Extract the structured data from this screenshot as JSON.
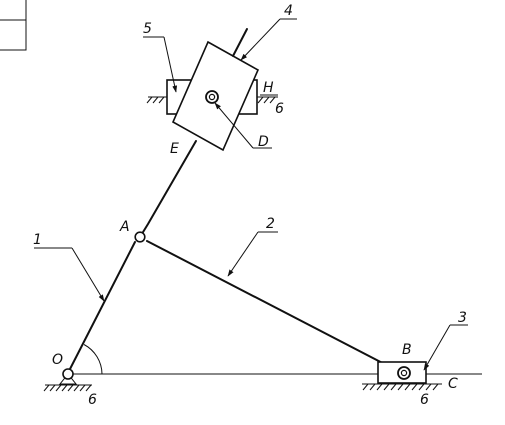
{
  "diagram": {
    "point_labels": {
      "O": "O",
      "A": "A",
      "B": "B",
      "C": "C",
      "D": "D",
      "E": "E",
      "H": "H"
    },
    "link_numbers": {
      "crank": "1",
      "connecting_rod": "2",
      "slider_b": "3",
      "rocker_slider": "4",
      "guide": "5",
      "ground_o": "6",
      "ground_b": "6",
      "ground_h": "6"
    }
  }
}
